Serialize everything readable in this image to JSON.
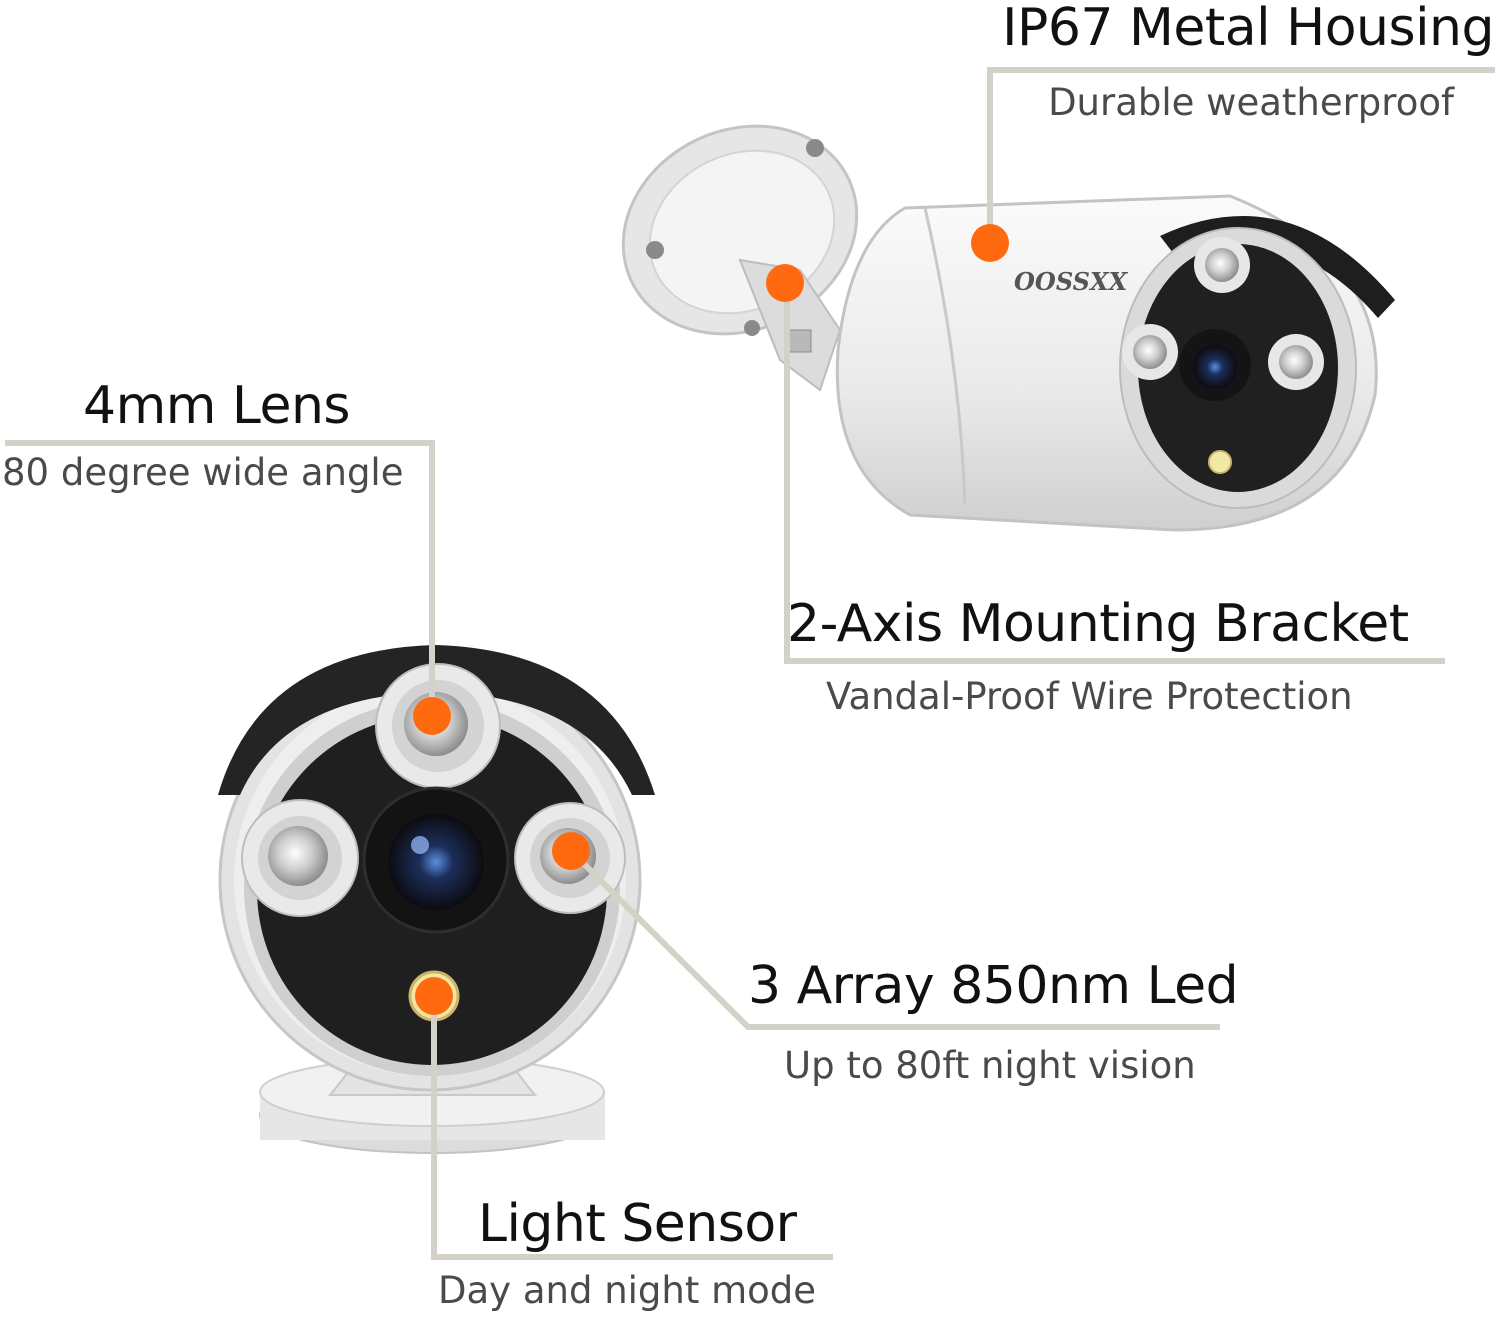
{
  "colors": {
    "callout_line": "#d4d2c8",
    "marker": "#ff6a10",
    "housing": "#ececec",
    "faceplate": "#222222"
  },
  "brand": "OOSSXX",
  "callouts": {
    "housing": {
      "title": "IP67 Metal Housing",
      "subtitle": "Durable weatherproof"
    },
    "lens": {
      "title": "4mm Lens",
      "subtitle": "80 degree wide angle"
    },
    "bracket": {
      "title": "2-Axis Mounting Bracket",
      "subtitle": "Vandal-Proof Wire Protection"
    },
    "led": {
      "title": "3 Array 850nm Led",
      "subtitle": "Up to 80ft night vision"
    },
    "sensor": {
      "title": "Light Sensor",
      "subtitle": "Day and night mode"
    }
  }
}
